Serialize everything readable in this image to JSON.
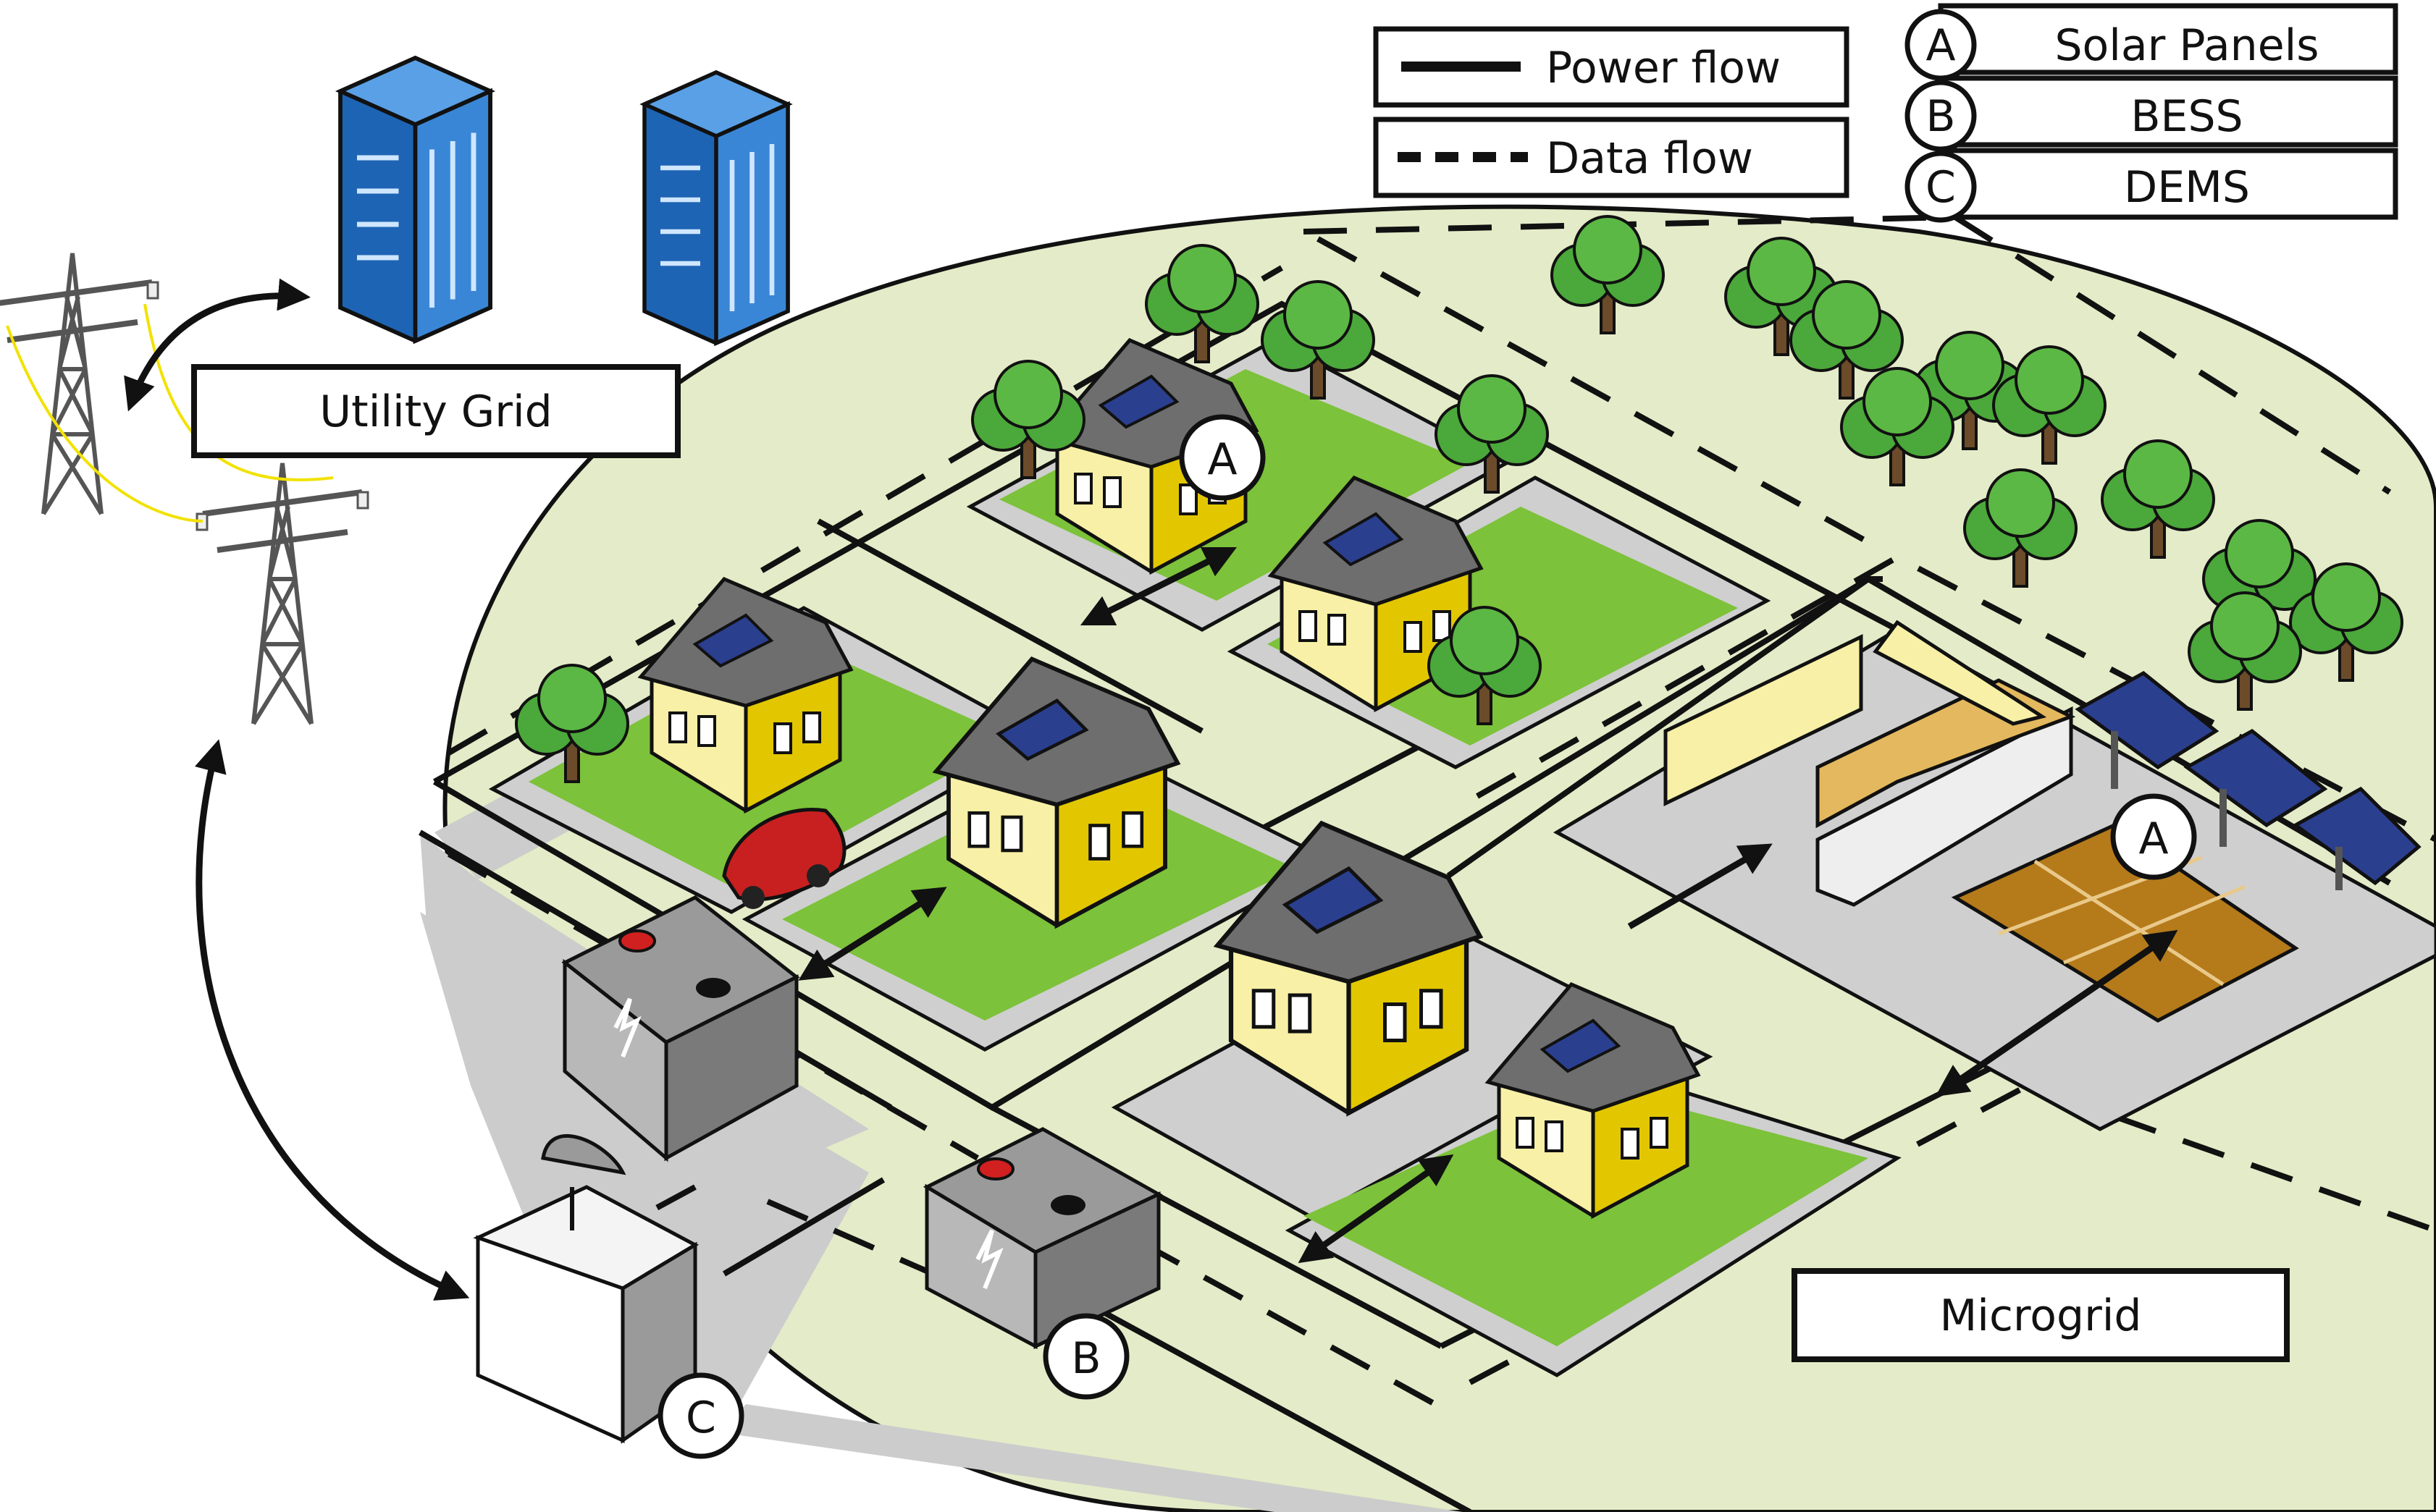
{
  "legend": {
    "power_flow": "Power flow",
    "data_flow": "Data flow",
    "items": [
      {
        "letter": "A",
        "label": "Solar Panels"
      },
      {
        "letter": "B",
        "label": "BESS"
      },
      {
        "letter": "C",
        "label": "DEMS"
      }
    ]
  },
  "labels": {
    "utility_grid": "Utility Grid",
    "microgrid": "Microgrid"
  },
  "markers": {
    "a": "A",
    "b": "B",
    "c": "C"
  },
  "colors": {
    "ground": "#e4ebc8",
    "road": "#cccccc",
    "plot": "#cfcfcf",
    "lawn": "#7cc23a",
    "wall_light": "#f7f0a6",
    "wall_dark": "#e2c700",
    "roof": "#6e6e6e",
    "solar": "#2b3f8f",
    "tree": "#4ba83a",
    "tower_building": "#1e64b4",
    "court": "#b57a1a"
  }
}
